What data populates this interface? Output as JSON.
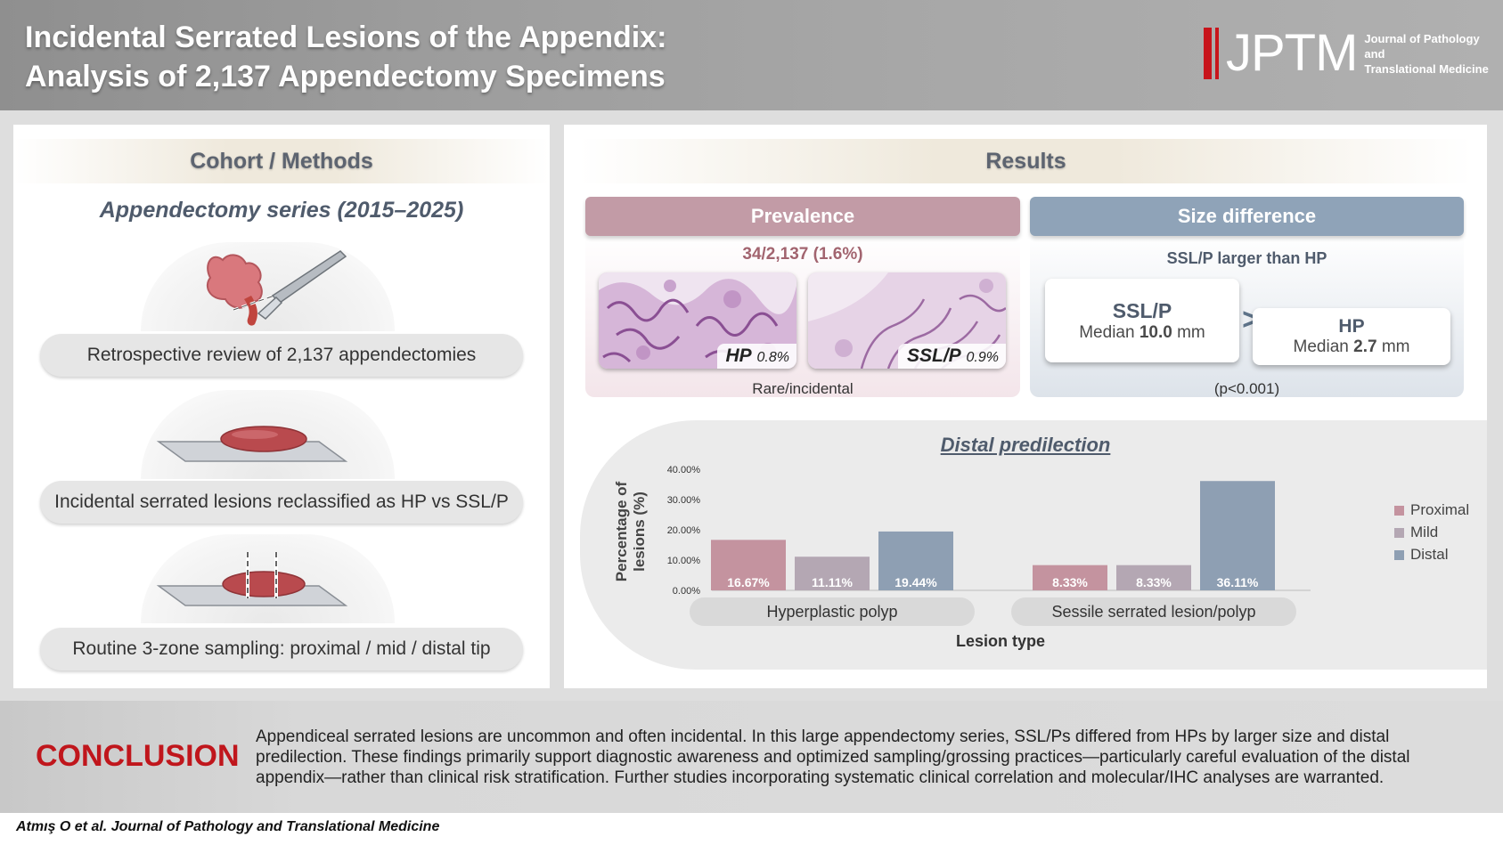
{
  "header": {
    "title_line1": "Incidental Serrated Lesions of the Appendix:",
    "title_line2": "Analysis of 2,137 Appendectomy Specimens",
    "logo_text": "JPTM",
    "logo_sub_line1": "Journal of Pathology and",
    "logo_sub_line2": "Translational Medicine",
    "logo_color": "#c8141b"
  },
  "cohort": {
    "heading": "Cohort / Methods",
    "series_title": "Appendectomy series (2015–2025)",
    "steps": [
      {
        "label": "Retrospective review of 2,137 appendectomies",
        "icon": "appendectomy-scalpel-icon"
      },
      {
        "label": "Incidental serrated lesions reclassified as HP vs SSL/P",
        "icon": "specimen-slide-icon"
      },
      {
        "label": "Routine 3-zone sampling: proximal / mid / distal tip",
        "icon": "sectioning-specimen-icon"
      }
    ]
  },
  "results": {
    "heading": "Results",
    "prevalence": {
      "header": "Prevalence",
      "total": "34/2,137 (1.6%)",
      "hp_label": "HP",
      "hp_pct": "0.8%",
      "sslp_label": "SSL/P",
      "sslp_pct": "0.9%",
      "note": "Rare/incidental",
      "header_color": "#c09aa4"
    },
    "size": {
      "header": "Size difference",
      "subtitle": "SSL/P larger than HP",
      "sslp_label": "SSL/P",
      "sslp_median_prefix": "Median ",
      "sslp_median_value": "10.0",
      "sslp_median_unit": " mm",
      "gt_symbol": ">",
      "hp_label": "HP",
      "hp_median_prefix": "Median ",
      "hp_median_value": "2.7",
      "hp_median_unit": " mm",
      "p_value": "(p<0.001)",
      "header_color": "#8fa3b8"
    },
    "distal": {
      "title": "Distal predilection"
    }
  },
  "chart_data": {
    "type": "bar",
    "categories": [
      "Hyperplastic polyp",
      "Sessile serrated lesion/polyp"
    ],
    "series": [
      {
        "name": "Proximal",
        "values": [
          16.67,
          8.33
        ],
        "labels": [
          "16.67%",
          "8.33%"
        ],
        "color": "#c4939f"
      },
      {
        "name": "Mild",
        "values": [
          11.11,
          8.33
        ],
        "labels": [
          "11.11%",
          "8.33%"
        ],
        "color": "#b4a7b3"
      },
      {
        "name": "Distal",
        "values": [
          19.44,
          36.11
        ],
        "labels": [
          "19.44%",
          "36.11%"
        ],
        "color": "#8e9fb3"
      }
    ],
    "yticks": [
      "0.00%",
      "10.00%",
      "20.00%",
      "30.00%",
      "40.00%"
    ],
    "ylim": [
      0,
      40
    ],
    "xlabel": "Lesion type",
    "ylabel_line1": "Percentage of",
    "ylabel_line2": "lesions (%)",
    "legend_position": "right",
    "grid": false
  },
  "conclusion": {
    "title": "CONCLUSION",
    "text": "Appendiceal serrated lesions are uncommon and often incidental. In this large appendectomy series, SSL/Ps differed from HPs by larger size and distal predilection. These findings primarily support diagnostic awareness and optimized sampling/grossing practices—particularly careful evaluation of the distal appendix—rather than clinical risk stratification. Further studies incorporating systematic clinical correlation and molecular/IHC analyses are warranted.",
    "title_color": "#c0161c"
  },
  "citation": "Atmış O et al. Journal of Pathology and Translational Medicine"
}
